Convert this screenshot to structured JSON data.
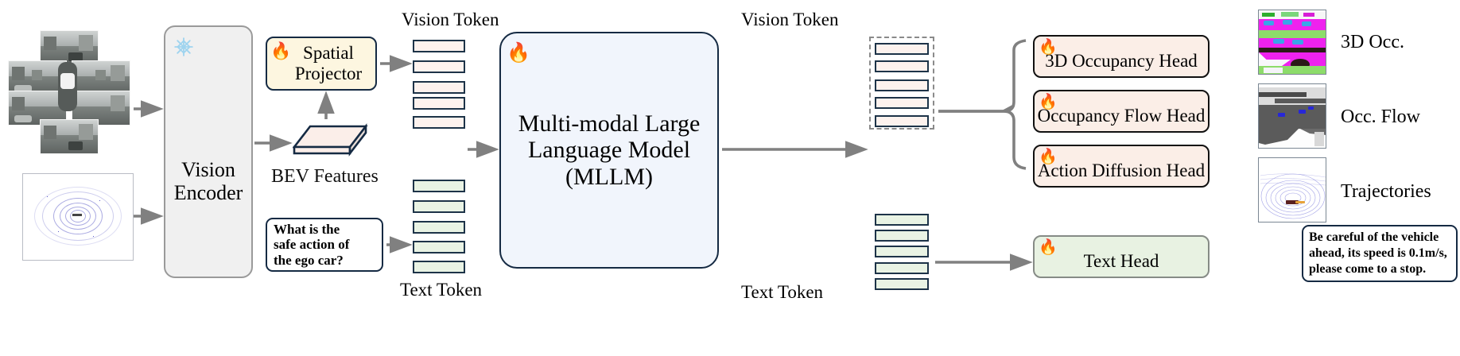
{
  "diagram": {
    "title": "Multi-modal Large Language Model autonomous-driving pipeline",
    "colors": {
      "vision_token_fill": "#fdf2ee",
      "text_token_fill": "#e9f3e4",
      "token_border": "#1d3348",
      "mllm_fill": "#f1f5fc",
      "mllm_border": "#152a43",
      "projector_fill": "#fdf6e0",
      "head_occ_fill": "#fbeee7",
      "head_text_fill": "#e8f2e2",
      "encoder_fill": "#f0f0f0",
      "encoder_border": "#9a9a9a",
      "arrow": "#808080"
    }
  },
  "inputs": {
    "camera_ring_name": "multi-view-camera-images",
    "lidar_name": "lidar-point-cloud"
  },
  "encoder": {
    "label": "Vision\nEncoder",
    "line1": "Vision",
    "line2": "Encoder",
    "icon": "snowflake-icon",
    "icon_glyph": "❄️",
    "state": "frozen"
  },
  "projector": {
    "line1": "Spatial",
    "line2": "Projector",
    "icon": "fire-icon",
    "icon_glyph": "🔥",
    "state": "trainable"
  },
  "bev": {
    "label": "BEV Features"
  },
  "question": {
    "line1": "What is the",
    "line2": "safe action of",
    "line3": "the ego car?"
  },
  "tokens_in": {
    "vision_label": "Vision Token",
    "text_label": "Text Token",
    "vision_count": 5,
    "text_count": 5
  },
  "mllm": {
    "line1": "Multi-modal Large",
    "line2": "Language Model",
    "line3": "(MLLM)",
    "icon": "fire-icon",
    "icon_glyph": "🔥",
    "state": "trainable"
  },
  "tokens_out": {
    "vision_label": "Vision Token",
    "text_label": "Text Token",
    "vision_count": 5,
    "text_count": 5
  },
  "heads": [
    {
      "label": "3D Occupancy Head",
      "icon_glyph": "🔥",
      "icon": "fire-icon",
      "kind": "occ"
    },
    {
      "label": "Occupancy Flow Head",
      "icon_glyph": "🔥",
      "icon": "fire-icon",
      "kind": "occ"
    },
    {
      "label": "Action Diffusion Head",
      "icon_glyph": "🔥",
      "icon": "fire-icon",
      "kind": "occ"
    },
    {
      "label": "Text Head",
      "icon_glyph": "🔥",
      "icon": "fire-icon",
      "kind": "text"
    }
  ],
  "outputs": [
    {
      "label": "3D Occ.",
      "thumb": "occupancy-map-thumbnail"
    },
    {
      "label": "Occ. Flow",
      "thumb": "occupancy-flow-thumbnail"
    },
    {
      "label": "Trajectories",
      "thumb": "trajectory-plot-thumbnail"
    }
  ],
  "answer": {
    "line1": "Be careful of the vehicle",
    "line2": "ahead, its speed is 0.1m/s,",
    "line3": "please come to a stop."
  }
}
